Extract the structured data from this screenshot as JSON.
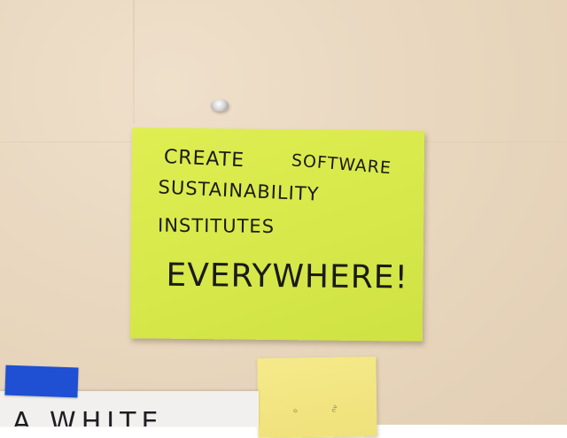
{
  "sticky_note": {
    "line1": "CREATE",
    "line1b": "SOFTWARE",
    "line2": "SUSTAINABILITY",
    "line3": "INSTITUTES",
    "line4": "EVERYWHERE!"
  },
  "small_note": {
    "scribble1": "o",
    "scribble2": "nv"
  },
  "paper_sign": {
    "text": "A WHITE"
  },
  "colors": {
    "wall": "#e9d7bf",
    "sticky_note": "#d6e84a",
    "small_note": "#f5e98a",
    "tape": "#1f4fd2"
  }
}
